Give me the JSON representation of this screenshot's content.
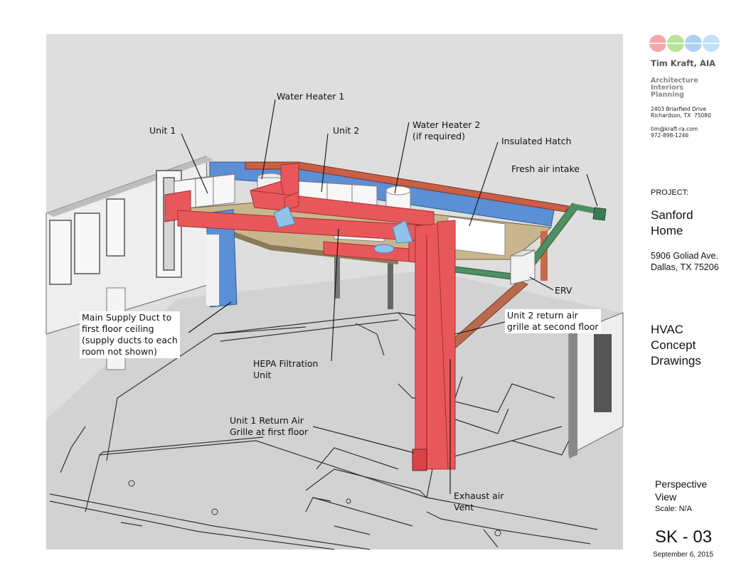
{
  "drawing": {
    "labels": {
      "water_heater_1": "Water Heater 1",
      "unit_1": "Unit 1",
      "unit_2": "Unit 2",
      "water_heater_2": "Water Heater 2\n(if required)",
      "insulated_hatch": "Insulated Hatch",
      "fresh_air_intake": "Fresh air intake",
      "erv": "ERV",
      "main_supply_duct": "Main Supply Duct to\nfirst floor ceiling\n(supply ducts to each\nroom not shown)",
      "unit_2_return": "Unit 2 return air\ngrille at second floor",
      "hepa": "HEPA Filtration\nUnit",
      "unit_1_return": "Unit 1 Return Air\nGrille at first floor",
      "exhaust_vent": "Exhaust air\nVent"
    },
    "colors": {
      "supply_duct": "#e8585a",
      "return_duct": "#5b8fd6",
      "fresh_air_duct": "#4f8f63",
      "exhaust_duct": "#b86a4e",
      "hepa": "#8fc3ea"
    }
  },
  "title_block": {
    "logo_colors": [
      "#f4a7ad",
      "#b6e29c",
      "#a9d2f4",
      "#bfe0f7"
    ],
    "firm_name": "Tim Kraft, AIA",
    "services": [
      "Architecture",
      "Interiors",
      "Planning"
    ],
    "address_line1": "2403 Briarfield Drive",
    "address_line2": "Richardson, TX  75080",
    "email": "tim@kraft-ra.com",
    "phone": "972-898-1246",
    "project_label": "PROJECT:",
    "project_name_1": "Sanford",
    "project_name_2": "Home",
    "project_address_1": "5906 Goliad Ave.",
    "project_address_2": "Dallas, TX 75206",
    "drawing_title_1": "HVAC",
    "drawing_title_2": "Concept",
    "drawing_title_3": "Drawings",
    "view_1": "Perspective",
    "view_2": "View",
    "scale": "Scale: N/A",
    "sheet_number": "SK - 03",
    "date": "September 6, 2015"
  }
}
